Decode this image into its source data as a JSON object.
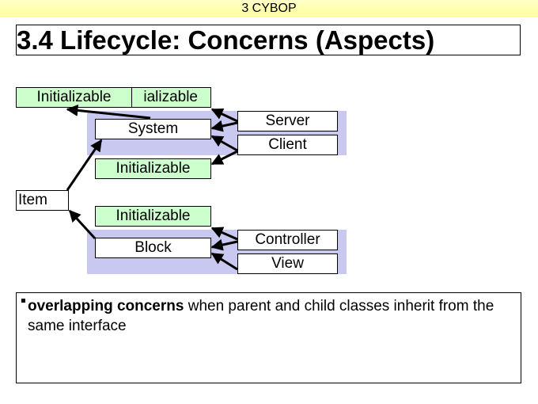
{
  "header": {
    "text": "3 CYBOP"
  },
  "slide": {
    "title": "3.4 Lifecycle: Concerns (Aspects)"
  },
  "diagram": {
    "nodes": {
      "initializable_top_back": "ializable",
      "initializable_top_front": "Initializable",
      "system": "System",
      "server": "Server",
      "client": "Client",
      "initializable_mid": "Initializable",
      "item": "Item",
      "initializable_low": "Initializable",
      "block": "Block",
      "controller": "Controller",
      "view": "View"
    },
    "colors": {
      "interface_fill": "#ccffcc",
      "class_fill": "#ffffff",
      "group_fill": "#c8c8f0",
      "header_fill": "#ffff99"
    }
  },
  "note": {
    "bold": "overlapping concerns",
    "rest": " when parent and child classes inherit from the same interface"
  }
}
